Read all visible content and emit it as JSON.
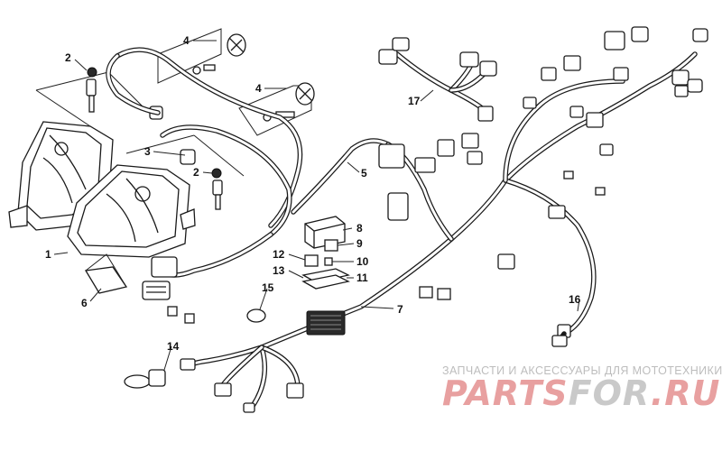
{
  "callouts": [
    {
      "n": "1"
    },
    {
      "n": "2"
    },
    {
      "n": "2"
    },
    {
      "n": "3"
    },
    {
      "n": "4"
    },
    {
      "n": "4"
    },
    {
      "n": "5"
    },
    {
      "n": "6"
    },
    {
      "n": "7"
    },
    {
      "n": "8"
    },
    {
      "n": "9"
    },
    {
      "n": "10"
    },
    {
      "n": "11"
    },
    {
      "n": "12"
    },
    {
      "n": "13"
    },
    {
      "n": "14"
    },
    {
      "n": "15"
    },
    {
      "n": "16"
    },
    {
      "n": "17"
    }
  ],
  "watermark": {
    "tagline": "ЗАПЧАСТИ И АКСЕССУАРЫ ДЛЯ МОТОТЕХНИКИ",
    "logo_part1": "PARTS",
    "logo_part2": "FOR",
    "logo_part3": ".RU"
  },
  "colors": {
    "line": "#1a1a1a",
    "watermark_red": "#e8a0a0",
    "watermark_gray": "#c9c9c9"
  }
}
